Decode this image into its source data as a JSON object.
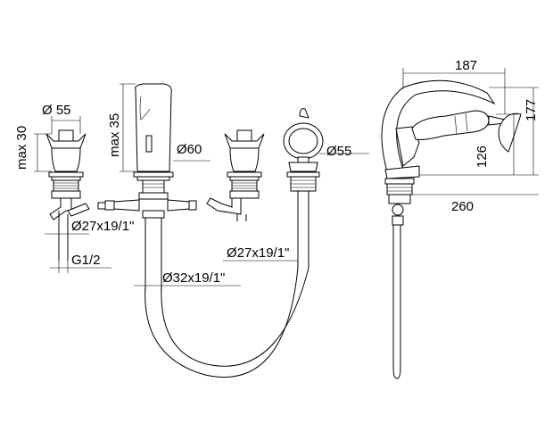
{
  "dimensions": {
    "valve_left_diameter": "Ø 55",
    "valve_left_height": "max 30",
    "spout_height": "max 35",
    "spout_diameter": "Ø60",
    "connection_left": "Ø27x19/1\"",
    "thread": "G1/2",
    "spout_connection": "Ø32x19/1\"",
    "diverter_connection": "Ø27x19/1\"",
    "diverter_diameter": "Ø55",
    "shower_width": "187",
    "shower_height": "177",
    "handset_height": "126",
    "hose_length": "260"
  }
}
